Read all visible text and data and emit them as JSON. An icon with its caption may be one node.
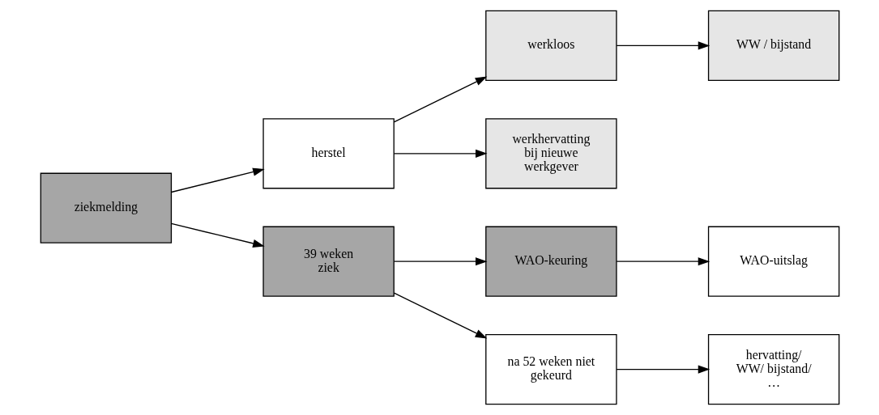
{
  "diagram": {
    "nodes": [
      {
        "text": [
          "ziekmelding"
        ]
      },
      {
        "text": [
          "herstel"
        ]
      },
      {
        "text": [
          "werkloos"
        ]
      },
      {
        "text": [
          "WW / bijstand"
        ]
      },
      {
        "text": [
          "werkhervatting bij nieuwe werkgever"
        ]
      },
      {
        "text": [
          "39 weken ziek"
        ]
      },
      {
        "text": [
          "WAO-keuring"
        ]
      },
      {
        "text": [
          "WAO-uitslag"
        ]
      },
      {
        "text": [
          "na 52 weken niet gekeurd"
        ]
      },
      {
        "text": [
          "hervatting/ WW/ bijstand/ …"
        ]
      }
    ],
    "edges": [
      {
        "from": 0,
        "to": 1,
        "arrow": "to"
      },
      {
        "from": 0,
        "to": 5,
        "arrow": "to"
      },
      {
        "from": 1,
        "to": 2,
        "arrow": "to"
      },
      {
        "from": 1,
        "to": 4,
        "arrow": "to"
      },
      {
        "from": 2,
        "to": 3,
        "arrow": "to"
      },
      {
        "from": 5,
        "to": 6,
        "arrow": "to"
      },
      {
        "from": 5,
        "to": 8,
        "arrow": "to"
      },
      {
        "from": 6,
        "to": 7,
        "arrow": "to"
      },
      {
        "from": 8,
        "to": 9,
        "arrow": "to"
      }
    ]
  }
}
